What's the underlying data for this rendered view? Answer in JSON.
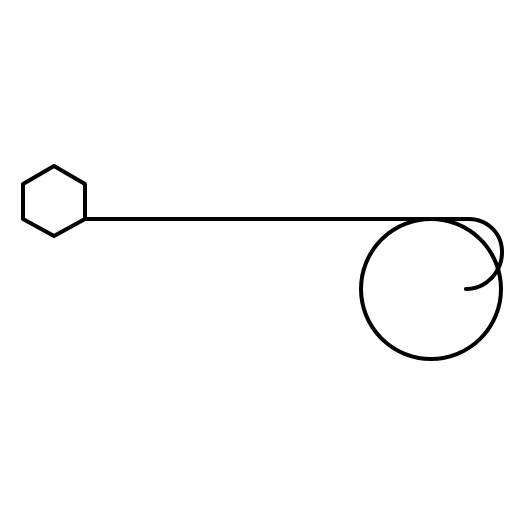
{
  "diagram": {
    "stroke_color": "#000000",
    "background_color": "#ffffff",
    "shapes": [
      {
        "kind": "hexagon"
      },
      {
        "kind": "line"
      },
      {
        "kind": "circle"
      },
      {
        "kind": "spiral-curl"
      }
    ]
  }
}
